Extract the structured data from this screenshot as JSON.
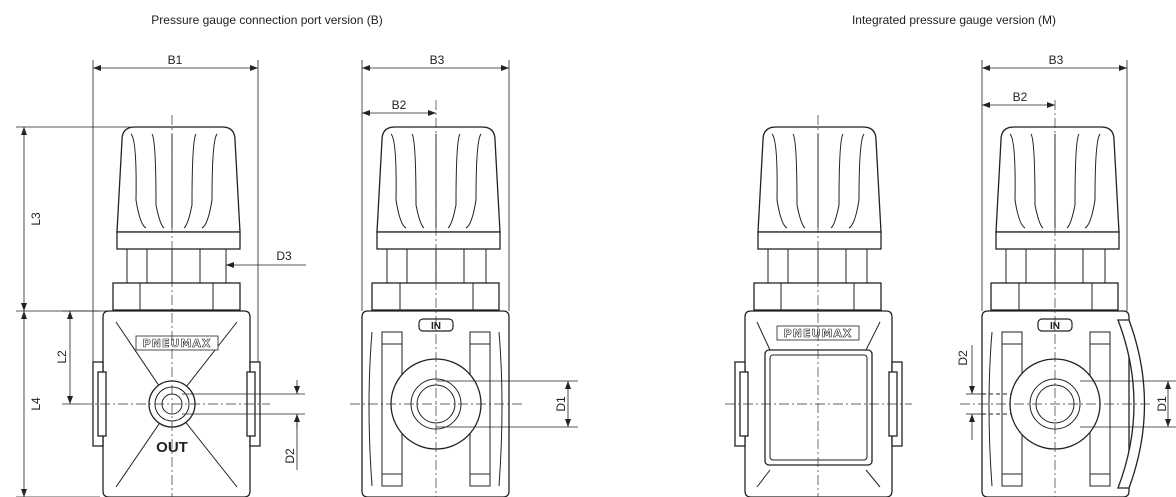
{
  "captions": {
    "left": "Pressure gauge connection port version (B)",
    "right": "Integrated pressure gauge version (M)"
  },
  "dimensions": {
    "b1": "B1",
    "b2": "B2",
    "b3": "B3",
    "d1": "D1",
    "d2": "D2",
    "d3": "D3",
    "l2": "L2",
    "l3": "L3",
    "l4": "L4"
  },
  "markings": {
    "brand": "PNEUMAX",
    "outlet": "OUT",
    "inlet": "IN"
  }
}
